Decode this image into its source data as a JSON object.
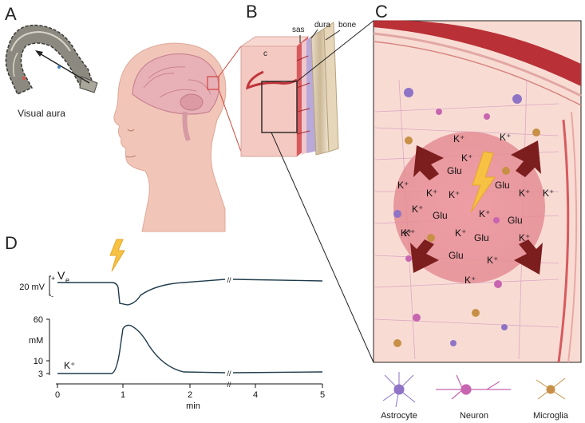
{
  "panels": {
    "a": {
      "letter": "A",
      "caption": "Visual aura"
    },
    "b": {
      "letter": "B",
      "labels": {
        "sas": "sas",
        "dura": "dura",
        "bone": "bone",
        "cortex": "c"
      }
    },
    "c": {
      "letter": "C",
      "tokens": [
        {
          "t": "K⁺"
        },
        {
          "t": "K⁺"
        },
        {
          "t": "K⁺"
        },
        {
          "t": "K⁺"
        },
        {
          "t": "Glu"
        },
        {
          "t": "Glu"
        },
        {
          "t": "K⁺"
        },
        {
          "t": "K⁺"
        },
        {
          "t": "K⁺"
        },
        {
          "t": "K⁺"
        },
        {
          "t": "K⁺"
        },
        {
          "t": "Glu"
        },
        {
          "t": "K⁺"
        },
        {
          "t": "Glu"
        },
        {
          "t": "K⁺"
        },
        {
          "t": "Glu"
        },
        {
          "t": "K⁺"
        },
        {
          "t": "K⁺"
        },
        {
          "t": "Glu"
        },
        {
          "t": "K⁺"
        },
        {
          "t": "K⁺"
        },
        {
          "t": "K⁺"
        }
      ],
      "legend": [
        "Astrocyte",
        "Neuron",
        "Microglia"
      ]
    },
    "d": {
      "letter": "D",
      "ve_label": "V",
      "ve_subscript": "e",
      "ve_scale": "20 mV",
      "ve_plus": "+",
      "ve_minus": "-",
      "k_label": "K⁺",
      "k_unit": "mM",
      "k_ticks": [
        "60",
        "10",
        "3"
      ],
      "x_ticks": [
        "0",
        "1",
        "2",
        "4",
        "5"
      ],
      "x_label": "min",
      "axis_break": "//"
    }
  },
  "colors": {
    "tissue": "#f6d4cc",
    "wave": "#e8939a",
    "arrow": "#7c1e1e",
    "bolt": "#f7c244",
    "trace": "#1f3b4a",
    "astrocyte": "#8e73c7",
    "neuron": "#c765b0",
    "microglia": "#c89046"
  }
}
